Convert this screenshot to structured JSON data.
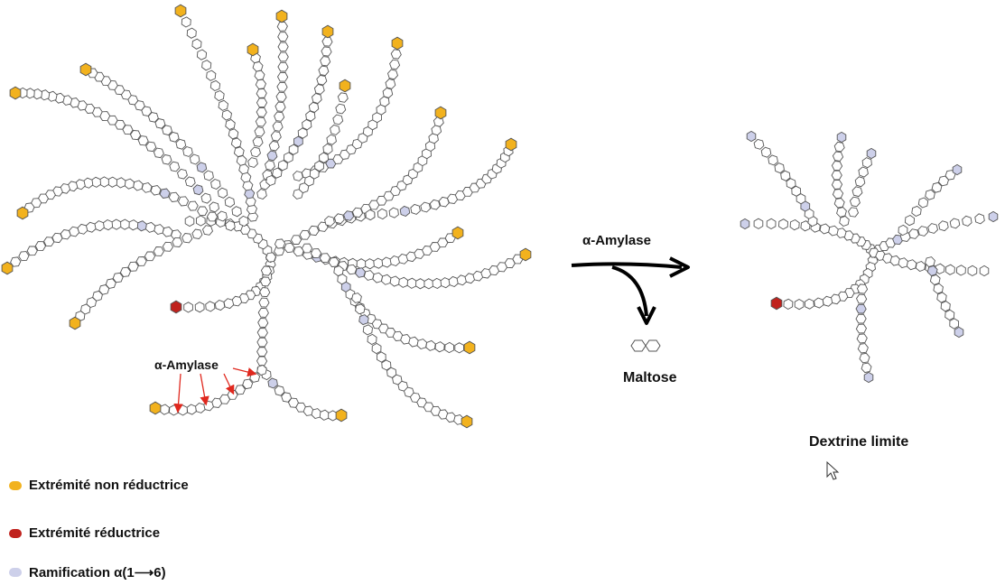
{
  "labels": {
    "amylase_left": "α-Amylase",
    "amylase_arrow": "α-Amylase",
    "maltose": "Maltose",
    "dextrine": "Dextrine limite"
  },
  "legend": [
    {
      "label": "Extrémité non réductrice",
      "color": "#f2b21e"
    },
    {
      "label": "Extrémité réductrice",
      "color": "#c0221d"
    },
    {
      "label": "Ramification α(1⟶6)",
      "color": "#cdd0ea"
    }
  ],
  "colors": {
    "non_reducing": "#f2b21e",
    "reducing": "#c0221d",
    "branch": "#cdd0ea",
    "chain_stroke": "#555555",
    "cut_arrow": "#e0281e"
  },
  "icons": [
    "mouse-cursor-icon"
  ]
}
